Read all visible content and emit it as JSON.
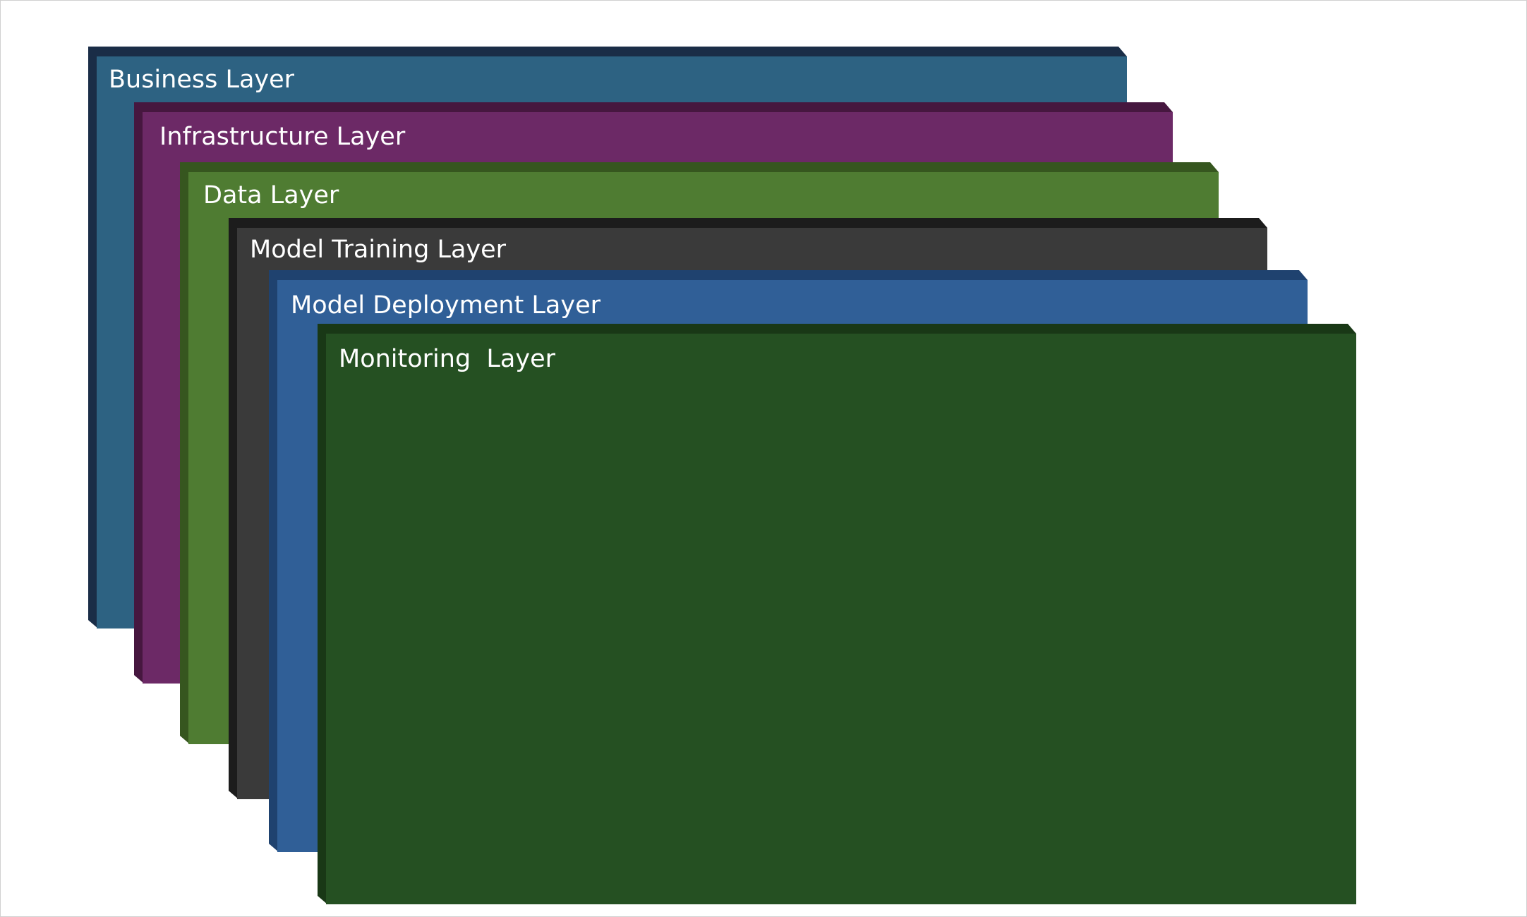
{
  "diagram": {
    "layers": [
      {
        "label": "Business Layer",
        "face": "#2d6282",
        "edge": "#1a2d47"
      },
      {
        "label": "Infrastructure Layer",
        "face": "#6c2966",
        "edge": "#46173f"
      },
      {
        "label": "Data Layer",
        "face": "#4f7c32",
        "edge": "#36561f"
      },
      {
        "label": "Model Training Layer",
        "face": "#3a3a3a",
        "edge": "#1c1c1c"
      },
      {
        "label": "Model Deployment Layer",
        "face": "#305f97",
        "edge": "#1f426f"
      },
      {
        "label": "Monitoring  Layer",
        "face": "#255022",
        "edge": "#193816"
      }
    ]
  }
}
